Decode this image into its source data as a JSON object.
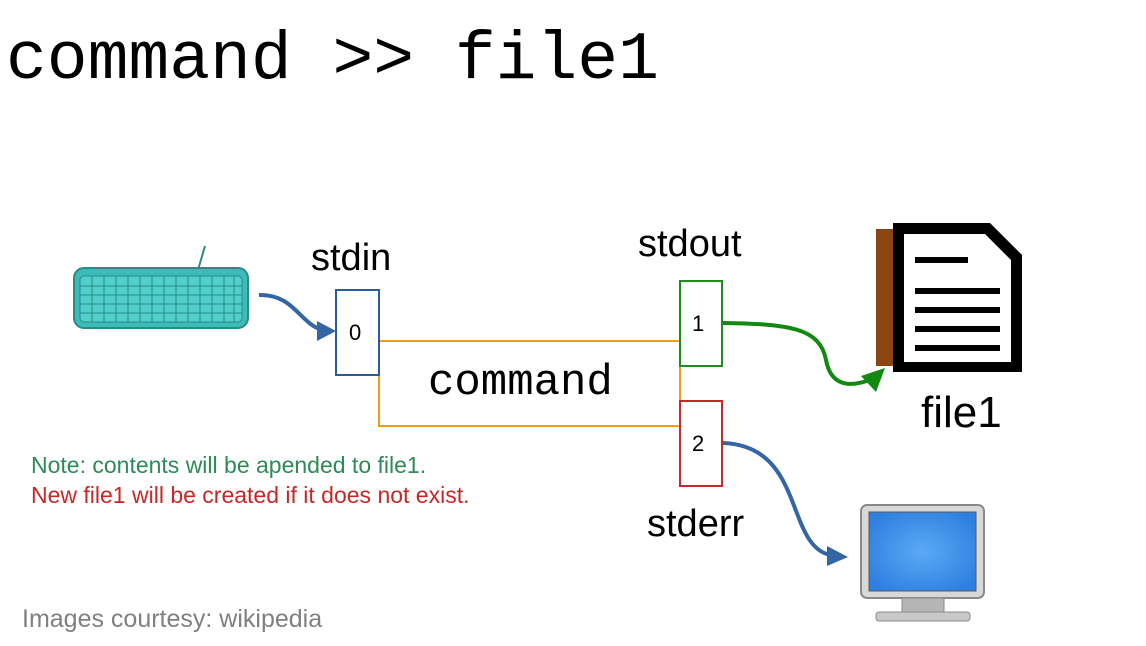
{
  "title": "command >> file1",
  "labels": {
    "stdin": "stdin",
    "stdout": "stdout",
    "stderr": "stderr",
    "command": "command",
    "file": "file1"
  },
  "fd_numbers": {
    "stdin": "0",
    "stdout": "1",
    "stderr": "2"
  },
  "notes": {
    "append": "Note: contents will be apended to file1.",
    "create": "New file1 will be created if it does not exist."
  },
  "credit": "Images courtesy: wikipedia",
  "colors": {
    "stdin_box": "#2c5aa0",
    "stdout_box": "#1e8c1e",
    "stderr_box": "#c62828",
    "command_lines": "#f39c12",
    "stdin_arrow": "#3465a4",
    "stdout_arrow": "#128a12",
    "stderr_arrow": "#3465a4",
    "keyboard": "#3bbcb8",
    "file_spine": "#8b4513",
    "monitor_screen": "#3a8ee6"
  },
  "icons": [
    "keyboard-icon",
    "file-document-icon",
    "monitor-icon"
  ]
}
